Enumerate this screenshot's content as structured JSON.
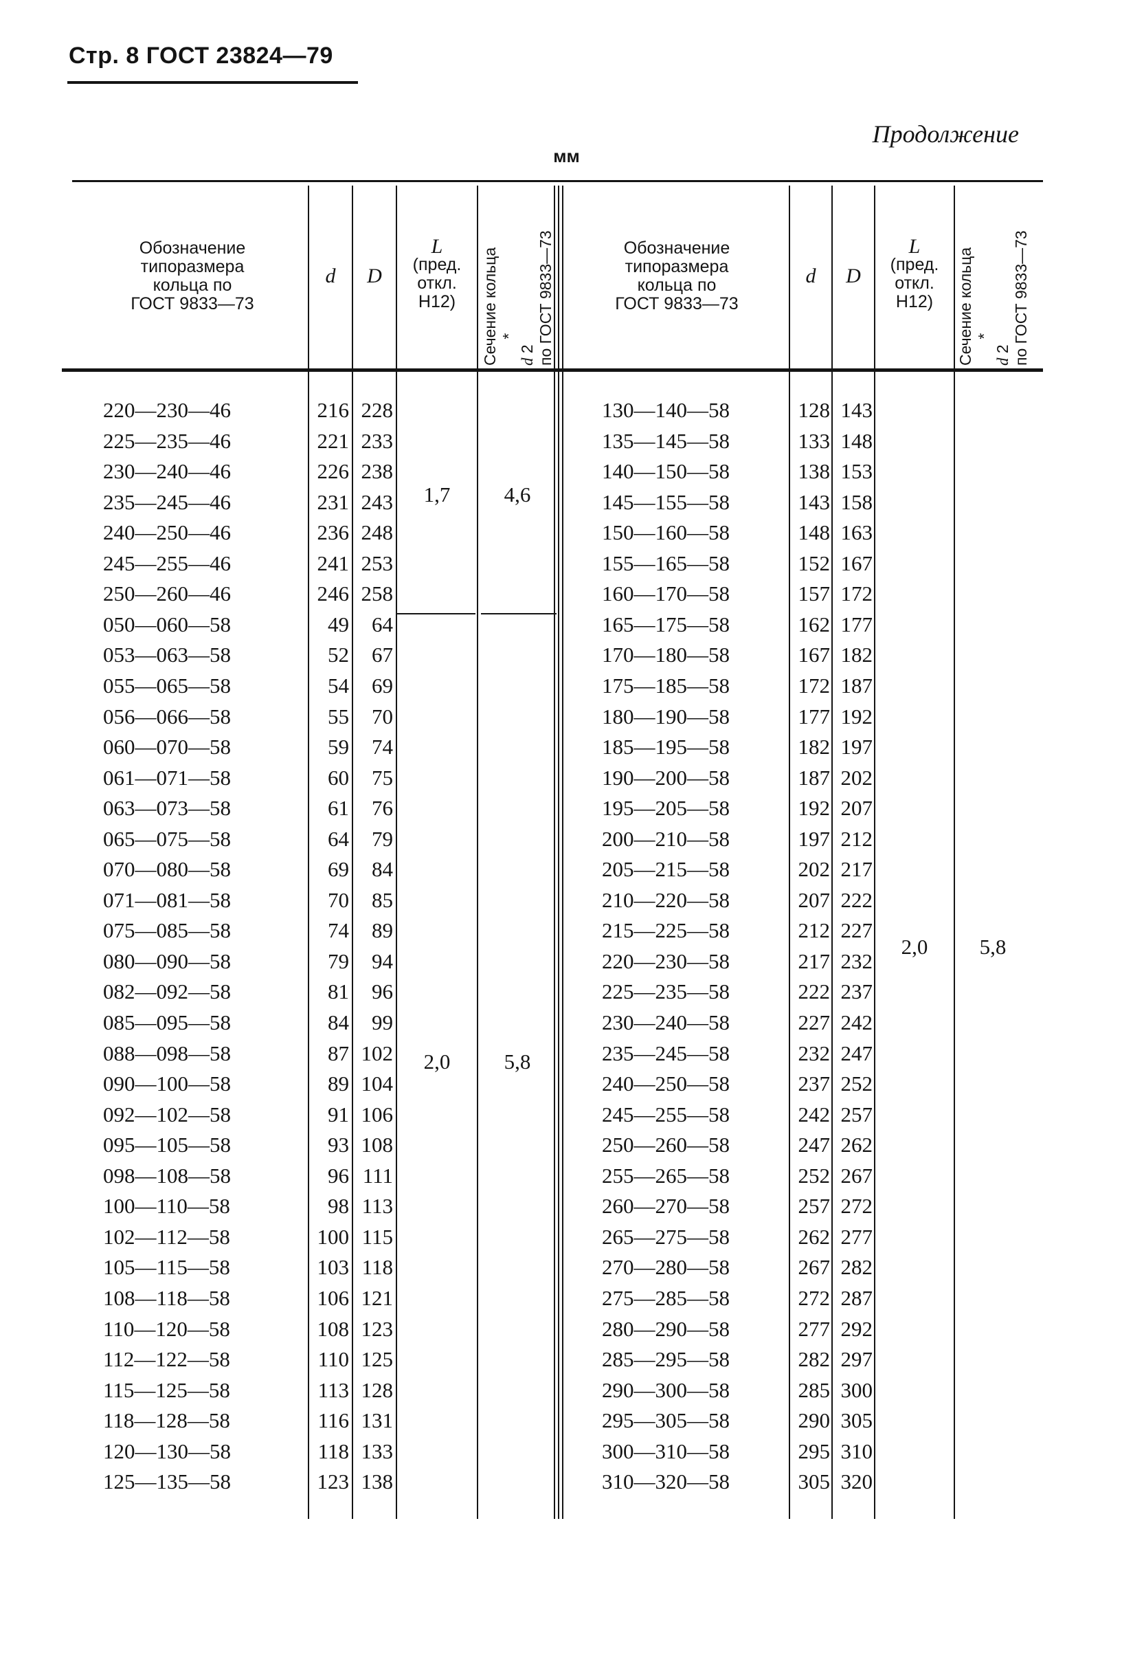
{
  "page_header": "Стр. 8 ГОСТ 23824—79",
  "continuation": "Продолжение",
  "units": "мм",
  "headers": {
    "designation": [
      "Обозначение",
      "типоразмера",
      "кольца по",
      "ГОСТ 9833—73"
    ],
    "d": "d",
    "D": "D",
    "L": [
      "L",
      "(пред.",
      "откл.",
      "H12)"
    ],
    "section": [
      "Сечение кольца",
      "d",
      "2",
      "по ГОСТ 9833—73"
    ]
  },
  "left_block": {
    "rows": [
      [
        "220—230—46",
        "216",
        "228"
      ],
      [
        "225—235—46",
        "221",
        "233"
      ],
      [
        "230—240—46",
        "226",
        "238"
      ],
      [
        "235—245—46",
        "231",
        "243"
      ],
      [
        "240—250—46",
        "236",
        "248"
      ],
      [
        "245—255—46",
        "241",
        "253"
      ],
      [
        "250—260—46",
        "246",
        "258"
      ],
      [
        "050—060—58",
        "49",
        "64"
      ],
      [
        "053—063—58",
        "52",
        "67"
      ],
      [
        "055—065—58",
        "54",
        "69"
      ],
      [
        "056—066—58",
        "55",
        "70"
      ],
      [
        "060—070—58",
        "59",
        "74"
      ],
      [
        "061—071—58",
        "60",
        "75"
      ],
      [
        "063—073—58",
        "61",
        "76"
      ],
      [
        "065—075—58",
        "64",
        "79"
      ],
      [
        "070—080—58",
        "69",
        "84"
      ],
      [
        "071—081—58",
        "70",
        "85"
      ],
      [
        "075—085—58",
        "74",
        "89"
      ],
      [
        "080—090—58",
        "79",
        "94"
      ],
      [
        "082—092—58",
        "81",
        "96"
      ],
      [
        "085—095—58",
        "84",
        "99"
      ],
      [
        "088—098—58",
        "87",
        "102"
      ],
      [
        "090—100—58",
        "89",
        "104"
      ],
      [
        "092—102—58",
        "91",
        "106"
      ],
      [
        "095—105—58",
        "93",
        "108"
      ],
      [
        "098—108—58",
        "96",
        "111"
      ],
      [
        "100—110—58",
        "98",
        "113"
      ],
      [
        "102—112—58",
        "100",
        "115"
      ],
      [
        "105—115—58",
        "103",
        "118"
      ],
      [
        "108—118—58",
        "106",
        "121"
      ],
      [
        "110—120—58",
        "108",
        "123"
      ],
      [
        "112—122—58",
        "110",
        "125"
      ],
      [
        "115—125—58",
        "113",
        "128"
      ],
      [
        "118—128—58",
        "116",
        "131"
      ],
      [
        "120—130—58",
        "118",
        "133"
      ],
      [
        "125—135—58",
        "123",
        "138"
      ]
    ],
    "groups": [
      {
        "L": "1,7",
        "section": "4,6"
      },
      {
        "L": "2,0",
        "section": "5,8"
      }
    ]
  },
  "right_block": {
    "rows": [
      [
        "130—140—58",
        "128",
        "143"
      ],
      [
        "135—145—58",
        "133",
        "148"
      ],
      [
        "140—150—58",
        "138",
        "153"
      ],
      [
        "145—155—58",
        "143",
        "158"
      ],
      [
        "150—160—58",
        "148",
        "163"
      ],
      [
        "155—165—58",
        "152",
        "167"
      ],
      [
        "160—170—58",
        "157",
        "172"
      ],
      [
        "165—175—58",
        "162",
        "177"
      ],
      [
        "170—180—58",
        "167",
        "182"
      ],
      [
        "175—185—58",
        "172",
        "187"
      ],
      [
        "180—190—58",
        "177",
        "192"
      ],
      [
        "185—195—58",
        "182",
        "197"
      ],
      [
        "190—200—58",
        "187",
        "202"
      ],
      [
        "195—205—58",
        "192",
        "207"
      ],
      [
        "200—210—58",
        "197",
        "212"
      ],
      [
        "205—215—58",
        "202",
        "217"
      ],
      [
        "210—220—58",
        "207",
        "222"
      ],
      [
        "215—225—58",
        "212",
        "227"
      ],
      [
        "220—230—58",
        "217",
        "232"
      ],
      [
        "225—235—58",
        "222",
        "237"
      ],
      [
        "230—240—58",
        "227",
        "242"
      ],
      [
        "235—245—58",
        "232",
        "247"
      ],
      [
        "240—250—58",
        "237",
        "252"
      ],
      [
        "245—255—58",
        "242",
        "257"
      ],
      [
        "250—260—58",
        "247",
        "262"
      ],
      [
        "255—265—58",
        "252",
        "267"
      ],
      [
        "260—270—58",
        "257",
        "272"
      ],
      [
        "265—275—58",
        "262",
        "277"
      ],
      [
        "270—280—58",
        "267",
        "282"
      ],
      [
        "275—285—58",
        "272",
        "287"
      ],
      [
        "280—290—58",
        "277",
        "292"
      ],
      [
        "285—295—58",
        "282",
        "297"
      ],
      [
        "290—300—58",
        "285",
        "300"
      ],
      [
        "295—305—58",
        "290",
        "305"
      ],
      [
        "300—310—58",
        "295",
        "310"
      ],
      [
        "310—320—58",
        "305",
        "320"
      ]
    ],
    "groups": [
      {
        "L": "2,0",
        "section": "5,8"
      }
    ]
  }
}
